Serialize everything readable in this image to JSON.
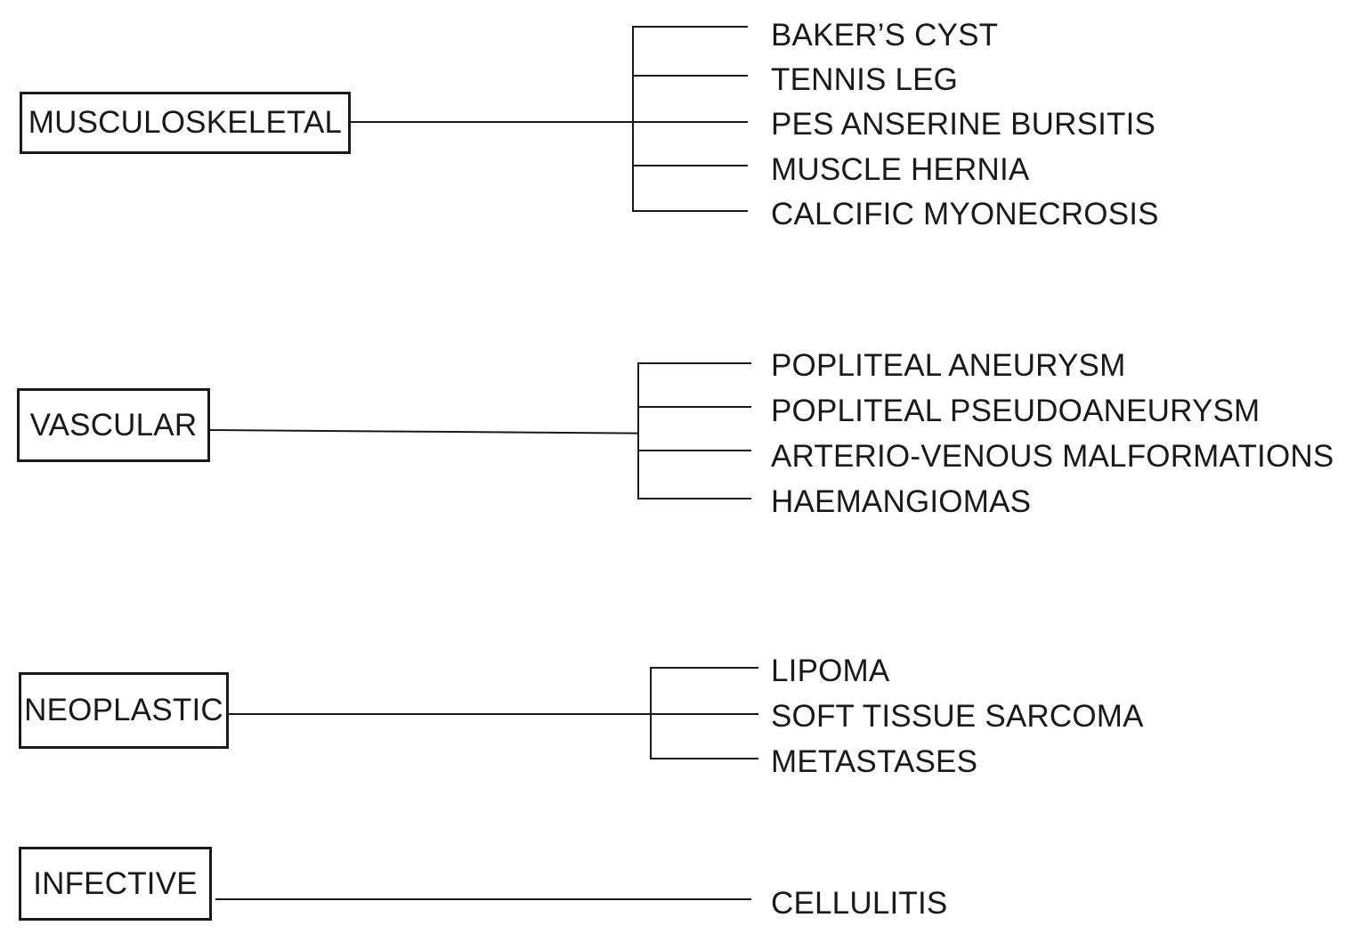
{
  "categories": [
    {
      "label": "MUSCULOSKELETAL",
      "items": [
        "BAKER’S CYST",
        "TENNIS LEG",
        "PES ANSERINE BURSITIS",
        "MUSCLE HERNIA",
        "CALCIFIC MYONECROSIS"
      ]
    },
    {
      "label": "VASCULAR",
      "items": [
        "POPLITEAL ANEURYSM",
        "POPLITEAL PSEUDOANEURYSM",
        "ARTERIO-VENOUS MALFORMATIONS",
        "HAEMANGIOMAS"
      ]
    },
    {
      "label": "NEOPLASTIC",
      "items": [
        "LIPOMA",
        "SOFT TISSUE SARCOMA",
        "METASTASES"
      ]
    },
    {
      "label": "INFECTIVE",
      "items": [
        "CELLULITIS"
      ]
    }
  ]
}
